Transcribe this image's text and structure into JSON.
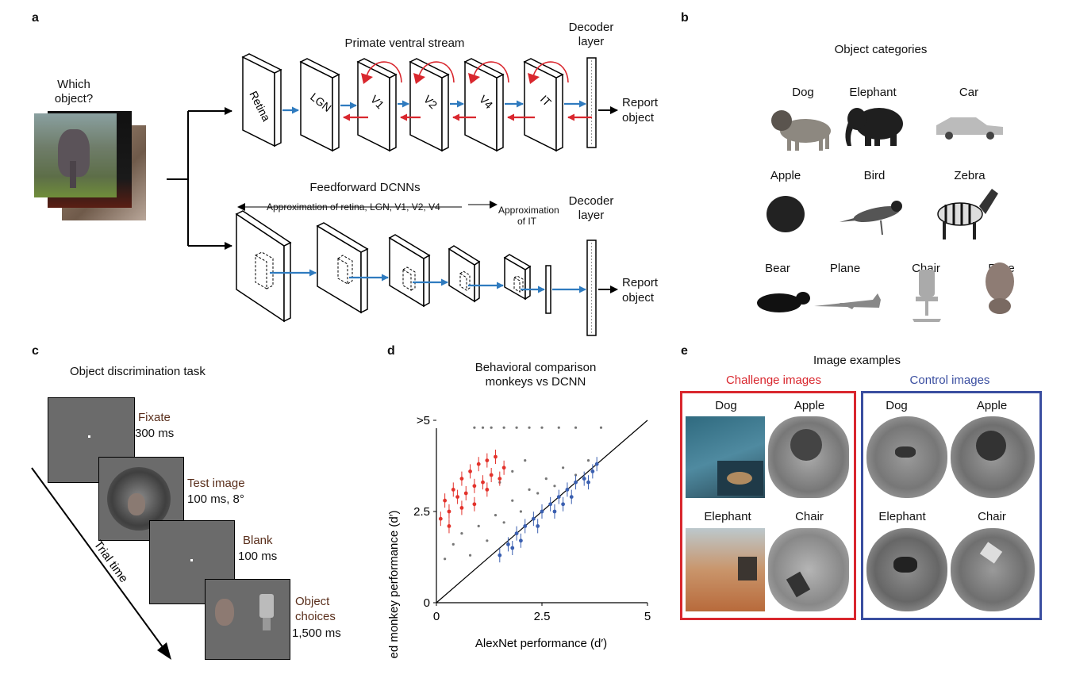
{
  "panels": {
    "a": "a",
    "b": "b",
    "c": "c",
    "d": "d",
    "e": "e"
  },
  "panel_a": {
    "question": "Which object?",
    "ventral_title": "Primate ventral stream",
    "decoder_top": "Decoder layer",
    "stages": [
      "Retina",
      "LGN",
      "V1",
      "V2",
      "V4",
      "IT"
    ],
    "report_top": "Report object",
    "dcnn_title": "Feedforward DCNNs",
    "dcnn_approx_left": "Approximation of retina, LGN, V1, V2, V4",
    "dcnn_approx_right": "Approximation of IT",
    "decoder_bottom": "Decoder layer",
    "report_bottom": "Report object",
    "colors": {
      "feedforward": "#2f7bbf",
      "feedback": "#d9272e"
    }
  },
  "panel_b": {
    "title": "Object categories",
    "categories": [
      "Dog",
      "Elephant",
      "Car",
      "Apple",
      "Bird",
      "Zebra",
      "Bear",
      "Plane",
      "Chair",
      "Face"
    ]
  },
  "panel_c": {
    "title": "Object discrimination task",
    "steps": [
      {
        "name": "Fixate",
        "detail": "300 ms"
      },
      {
        "name": "Test image",
        "detail": "100 ms, 8°"
      },
      {
        "name": "Blank",
        "detail": "100 ms"
      },
      {
        "name": "Object choices",
        "detail": "1,500 ms"
      }
    ],
    "axis_label": "Trial time"
  },
  "panel_e": {
    "title": "Image examples",
    "challenge_label": "Challenge images",
    "control_label": "Control images",
    "challenge_items": [
      "Dog",
      "Apple",
      "Elephant",
      "Chair"
    ],
    "control_items": [
      "Dog",
      "Apple",
      "Elephant",
      "Chair"
    ],
    "colors": {
      "challenge": "#d9272e",
      "control": "#3a4ea0"
    }
  },
  "chart_data": {
    "type": "scatter",
    "title": "Behavioral comparison monkeys vs DCNN",
    "xlabel": "AlexNet performance (d′)",
    "ylabel": "Pooled monkey performance (d′)",
    "xlim": [
      0,
      5
    ],
    "ylim": [
      0,
      5
    ],
    "xticks": [
      "0",
      "2.5",
      "5"
    ],
    "yticks": [
      "0",
      "2.5",
      ">5"
    ],
    "diagonal": "y = x",
    "series": [],
    "points": {
      "gray": [
        [
          0.9,
          4.8
        ],
        [
          1.1,
          4.8
        ],
        [
          1.3,
          4.8
        ],
        [
          1.6,
          4.8
        ],
        [
          1.9,
          4.8
        ],
        [
          2.2,
          4.8
        ],
        [
          2.5,
          4.8
        ],
        [
          2.9,
          4.8
        ],
        [
          3.3,
          4.8
        ],
        [
          3.9,
          4.8
        ],
        [
          0.2,
          1.2
        ],
        [
          0.4,
          1.6
        ],
        [
          0.6,
          1.9
        ],
        [
          0.8,
          1.3
        ],
        [
          1.0,
          2.1
        ],
        [
          1.2,
          1.7
        ],
        [
          1.4,
          2.4
        ],
        [
          1.6,
          2.2
        ],
        [
          1.8,
          2.8
        ],
        [
          2.0,
          2.5
        ],
        [
          2.2,
          3.1
        ],
        [
          2.4,
          3.0
        ],
        [
          2.6,
          3.4
        ],
        [
          2.8,
          3.2
        ],
        [
          3.0,
          3.7
        ],
        [
          3.3,
          3.5
        ],
        [
          3.6,
          3.9
        ],
        [
          1.5,
          3.3
        ],
        [
          1.8,
          3.6
        ],
        [
          2.1,
          3.9
        ]
      ],
      "red": [
        [
          0.1,
          2.3
        ],
        [
          0.2,
          2.8
        ],
        [
          0.3,
          2.5
        ],
        [
          0.4,
          3.1
        ],
        [
          0.5,
          2.9
        ],
        [
          0.6,
          3.4
        ],
        [
          0.7,
          3.0
        ],
        [
          0.8,
          3.6
        ],
        [
          0.9,
          3.2
        ],
        [
          1.0,
          3.8
        ],
        [
          1.1,
          3.3
        ],
        [
          1.2,
          3.9
        ],
        [
          1.3,
          3.5
        ],
        [
          1.4,
          4.0
        ],
        [
          1.5,
          3.4
        ],
        [
          0.3,
          2.1
        ],
        [
          0.6,
          2.6
        ],
        [
          0.9,
          2.7
        ],
        [
          1.2,
          3.1
        ],
        [
          1.6,
          3.7
        ]
      ],
      "blue": [
        [
          1.5,
          1.3
        ],
        [
          1.7,
          1.6
        ],
        [
          1.9,
          1.9
        ],
        [
          2.1,
          2.1
        ],
        [
          2.3,
          2.3
        ],
        [
          2.5,
          2.5
        ],
        [
          2.7,
          2.7
        ],
        [
          2.9,
          2.9
        ],
        [
          3.1,
          3.1
        ],
        [
          3.3,
          3.3
        ],
        [
          3.5,
          3.4
        ],
        [
          3.7,
          3.6
        ],
        [
          3.8,
          3.8
        ],
        [
          2.0,
          1.7
        ],
        [
          2.4,
          2.1
        ],
        [
          2.8,
          2.5
        ],
        [
          3.2,
          2.9
        ],
        [
          3.6,
          3.3
        ],
        [
          1.8,
          1.5
        ],
        [
          3.0,
          2.7
        ]
      ]
    },
    "colors": {
      "gray": "#777777",
      "red": "#e3322b",
      "blue": "#3a5fb0",
      "diagonal": "#000000"
    },
    "grid": false,
    "legend": "none"
  }
}
